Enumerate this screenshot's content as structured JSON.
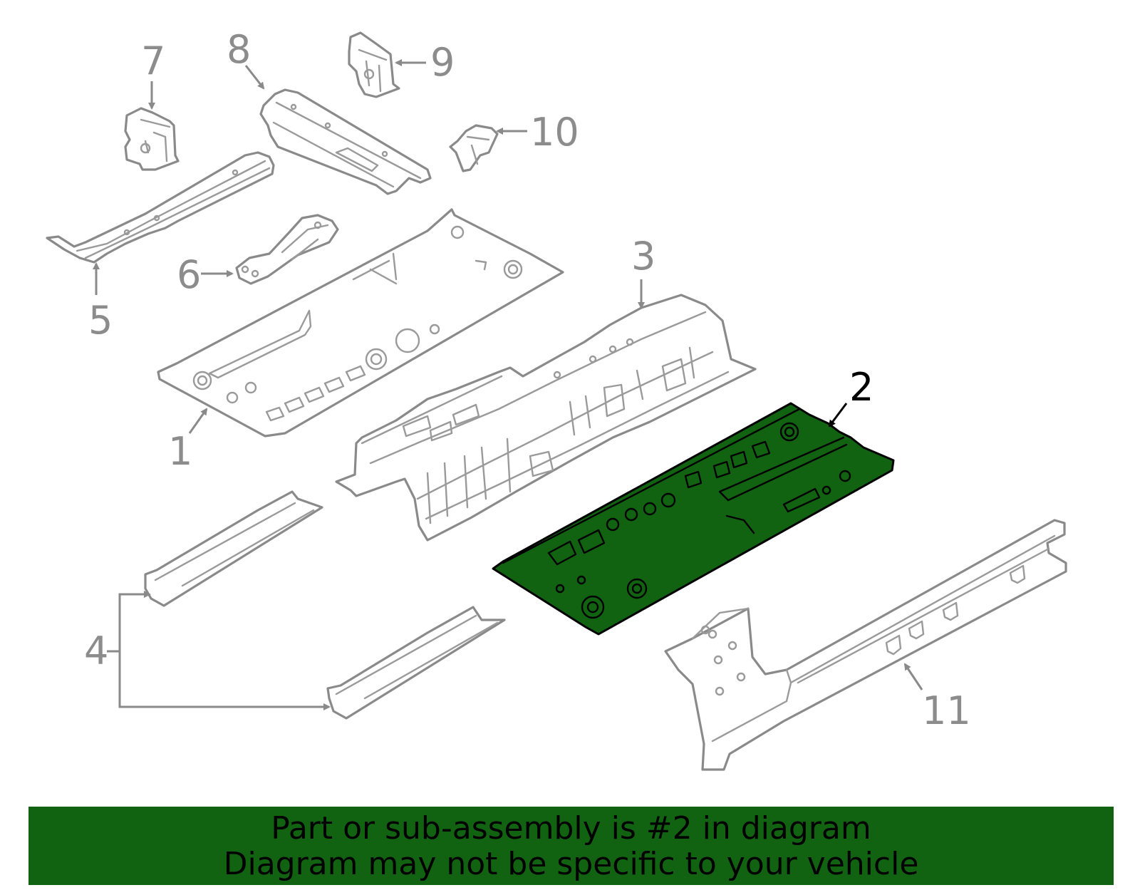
{
  "callouts": {
    "c1": "1",
    "c2": "2",
    "c3": "3",
    "c4": "4",
    "c5": "5",
    "c6": "6",
    "c7": "7",
    "c8": "8",
    "c9": "9",
    "c10": "10",
    "c11": "11"
  },
  "highlighted_part": "2",
  "colors": {
    "highlight": "#116211",
    "line": "#8a8a8a",
    "banner": "#116211"
  },
  "banner": {
    "line1": "Part or sub-assembly is #2 in diagram",
    "line2": "Diagram may not be specific to your vehicle"
  }
}
